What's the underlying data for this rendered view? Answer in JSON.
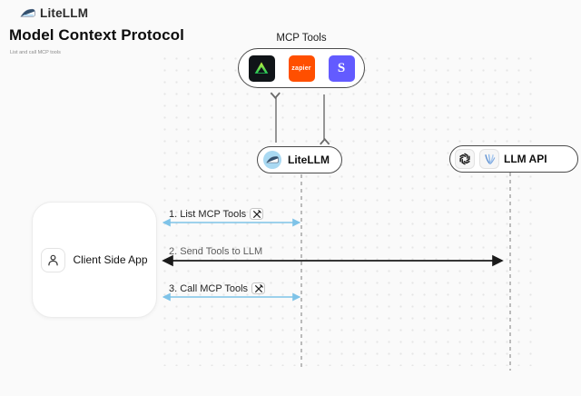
{
  "header": {
    "brand": "LiteLLM",
    "title": "Model Context Protocol",
    "subtitle": "List and call MCP tools"
  },
  "mcp": {
    "label": "MCP Tools",
    "tools": [
      {
        "name": "green-triangle-tool"
      },
      {
        "name": "zapier",
        "text": "zapier"
      },
      {
        "name": "stripe",
        "text": "S"
      }
    ]
  },
  "nodes": {
    "litellm": {
      "label": "LiteLLM"
    },
    "llm_api": {
      "label": "LLM API"
    },
    "client": {
      "label": "Client Side App"
    }
  },
  "arrows": [
    {
      "label": "1. List MCP Tools",
      "color": "#7ec3e8",
      "style": "double-headed"
    },
    {
      "label": "2. Send Tools to LLM",
      "color": "#1a1a1a",
      "style": "double-headed"
    },
    {
      "label": "3. Call MCP Tools",
      "color": "#7ec3e8",
      "style": "double-headed"
    }
  ],
  "colors": {
    "background": "#fafafa",
    "blue_arrow": "#7ec3e8",
    "black_arrow": "#1a1a1a",
    "zapier_orange": "#ff4f00",
    "stripe_purple": "#635bff",
    "litellm_icon_bg": "#a9d9f2"
  }
}
